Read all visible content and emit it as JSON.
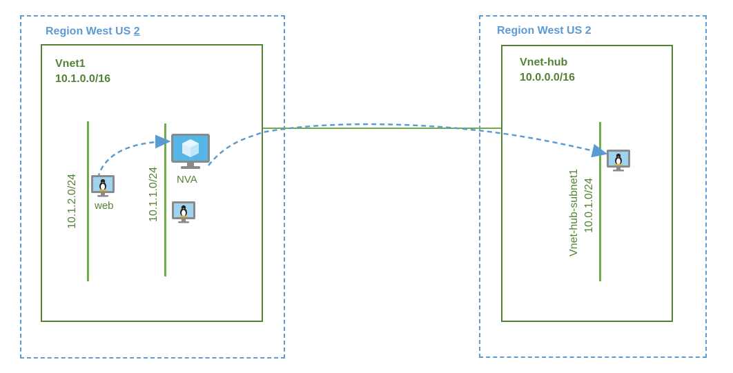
{
  "regions": {
    "left": {
      "title_prefix": "Region West US ",
      "title_suffix": "2"
    },
    "right": {
      "title": "Region West US 2"
    }
  },
  "vnets": {
    "vnet1": {
      "name": "Vnet1",
      "cidr": "10.1.0.0/16"
    },
    "vnethub": {
      "name": "Vnet-hub",
      "cidr": "10.0.0.0/16"
    }
  },
  "subnets": {
    "web": {
      "cidr": "10.1.2.0/24"
    },
    "nva": {
      "cidr": "10.1.1.0/24"
    },
    "hub": {
      "name": "Vnet-hub-subnet1",
      "cidr": "10.0.1.0/24"
    }
  },
  "vms": {
    "web": {
      "label": "web",
      "icon": "linux-vm-icon"
    },
    "nva": {
      "label": "NVA",
      "icon": "nva-appliance-icon"
    }
  },
  "colors": {
    "region_border": "#5b9bd5",
    "vnet_border": "#548235",
    "subnet_line": "#70ad47",
    "flow_arrow": "#5b9bd5"
  }
}
